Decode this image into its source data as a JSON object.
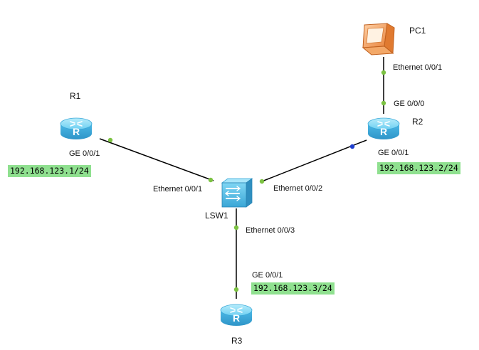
{
  "colors": {
    "link": "#000000",
    "port_dot_green": "#7cc242",
    "port_dot_blue": "#1f3fcf",
    "ip_highlight": "#8fe08f",
    "router_body": "#5cc6ec",
    "switch_body": "#5cc6ec",
    "pc_body": "#f0a060"
  },
  "nodes": {
    "r1": {
      "name": "R1",
      "type": "router",
      "icon": "router-icon"
    },
    "r2": {
      "name": "R2",
      "type": "router",
      "icon": "router-icon"
    },
    "r3": {
      "name": "R3",
      "type": "router",
      "icon": "router-icon"
    },
    "lsw1": {
      "name": "LSW1",
      "type": "switch",
      "icon": "switch-icon"
    },
    "pc1": {
      "name": "PC1",
      "type": "pc",
      "icon": "pc-icon"
    }
  },
  "ports": {
    "r1_ge001": "GE 0/0/1",
    "lsw1_eth001": "Ethernet 0/0/1",
    "lsw1_eth002": "Ethernet 0/0/2",
    "lsw1_eth003": "Ethernet 0/0/3",
    "r2_ge001": "GE 0/0/1",
    "r2_ge000": "GE 0/0/0",
    "pc1_eth001": "Ethernet 0/0/1",
    "r3_ge001": "GE 0/0/1"
  },
  "ip_addresses": {
    "r1": "192.168.123.1/24",
    "r2": "192.168.123.2/24",
    "r3": "192.168.123.3/24"
  },
  "links": [
    {
      "from": "r1",
      "to": "lsw1"
    },
    {
      "from": "lsw1",
      "to": "r2"
    },
    {
      "from": "lsw1",
      "to": "r3"
    },
    {
      "from": "r2",
      "to": "pc1"
    }
  ]
}
